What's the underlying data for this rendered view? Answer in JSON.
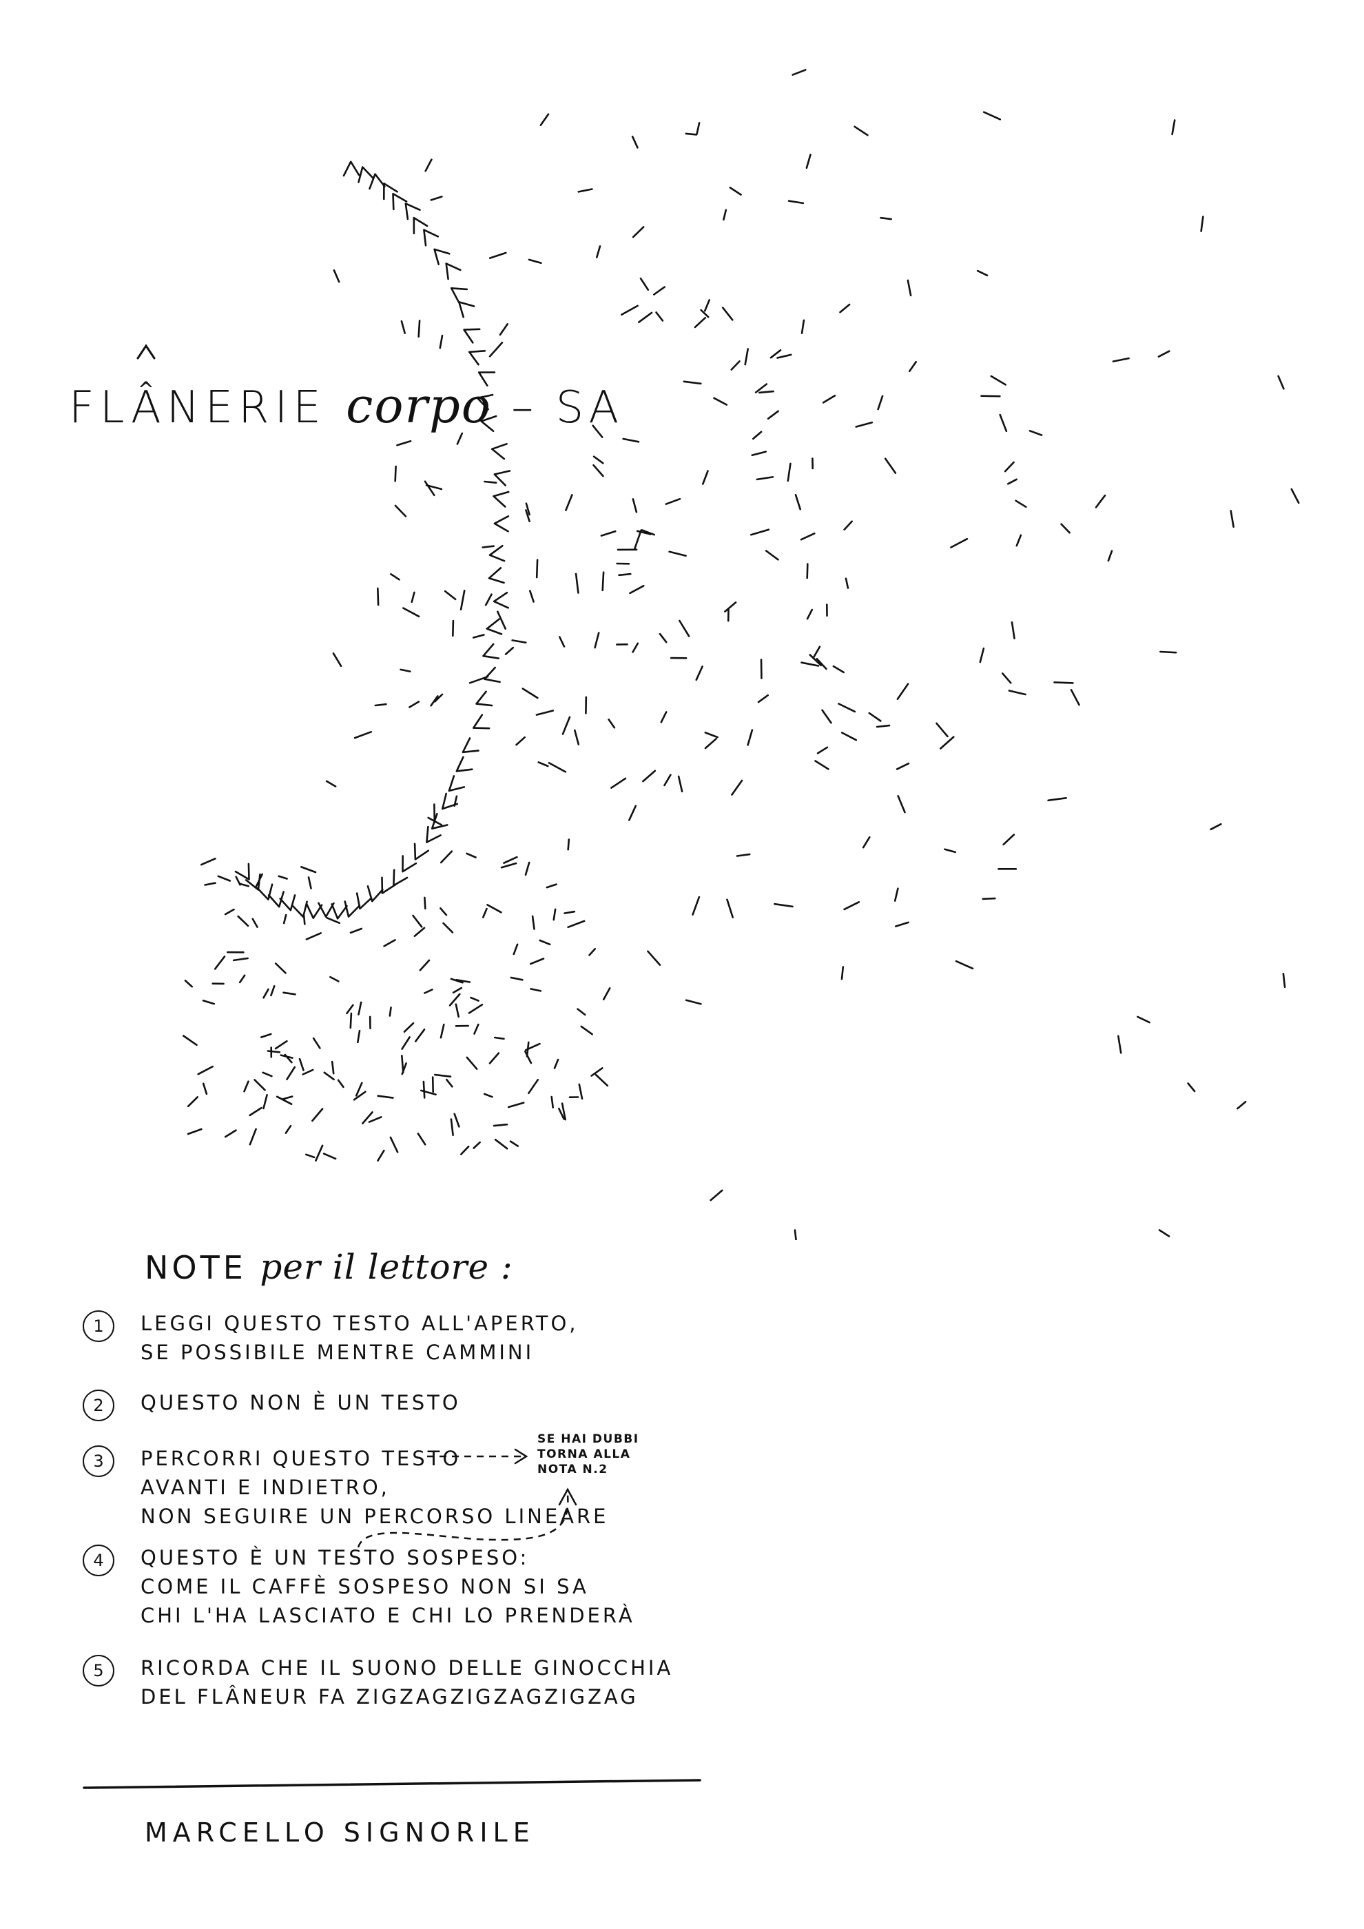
{
  "title": {
    "prefix": "FLÂNERIE",
    "script": "corpo",
    "suffix": "– SA"
  },
  "notes": {
    "heading_caps": "NOTE",
    "heading_script": "per il lettore :",
    "items": [
      {
        "number": "1",
        "lines": [
          "LEGGI QUESTO TESTO ALL'APERTO,",
          "SE POSSIBILE MENTRE CAMMINI"
        ]
      },
      {
        "number": "2",
        "lines": [
          "QUESTO NON È UN TESTO"
        ]
      },
      {
        "number": "3",
        "lines": [
          "PERCORRI QUESTO TESTO",
          "AVANTI E INDIETRO,",
          "NON SEGUIRE UN PERCORSO LINEARE"
        ]
      },
      {
        "number": "4",
        "lines": [
          "QUESTO È UN TESTO SOSPESO:",
          "COME IL CAFFÈ SOSPESO NON SI SA",
          "CHI L'HA LASCIATO E CHI LO PRENDERÀ"
        ]
      },
      {
        "number": "5",
        "lines": [
          "RICORDA CHE IL SUONO DELLE GINOCCHIA",
          "DEL FLÂNEUR FA ZIGZAGZIGZAGZIGZAG"
        ]
      }
    ],
    "side_note": [
      "SE HAI DUBBI",
      "TORNA ALLA",
      "NOTA N.2"
    ]
  },
  "author": "MARCELLO SIGNORILE",
  "colors": {
    "ink": "#111111",
    "paper": "#ffffff"
  }
}
